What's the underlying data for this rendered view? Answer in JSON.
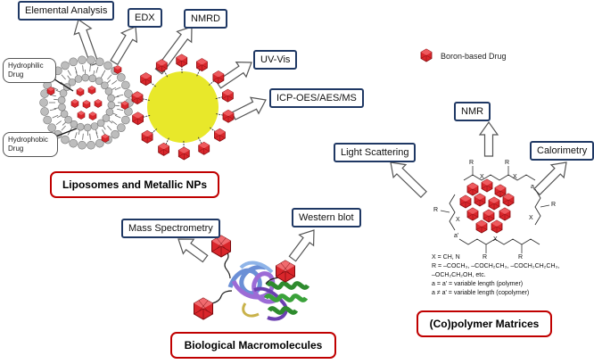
{
  "technique_labels": {
    "elemental_analysis": "Elemental Analysis",
    "edx": "EDX",
    "nmrd": "NMRD",
    "uv_vis": "UV-Vis",
    "icp": "ICP-OES/AES/MS",
    "nmr": "NMR",
    "light_scattering": "Light Scattering",
    "calorimetry": "Calorimetry",
    "mass_spectrometry": "Mass Spectrometry",
    "western_blot": "Western blot"
  },
  "callouts": {
    "hydrophilic": "Hydrophilic Drug",
    "hydrophobic": "Hydrophobic Drug"
  },
  "legend": {
    "boron_drug": "Boron-based Drug"
  },
  "panels": {
    "liposomes": "Liposomes and Metallic NPs",
    "biological": "Biological Macromolecules",
    "copolymer": "(Co)polymer Matrices"
  },
  "polymer_structure_labels": {
    "x": "X",
    "r": "R",
    "a": "a",
    "a_prime": "a'"
  },
  "polymer_notes": [
    "X = CH, N",
    "R = –COCH₃, –COCH₂CH₃, –COCH₂CH₂CH₃,",
    "–OCH₂CH₂OH, etc.",
    "a = a' = variable length (polymer)",
    "a ≠ a' = variable length (copolymer)"
  ],
  "colors": {
    "box_border": "#1f3864",
    "panel_border": "#c00000",
    "drug_red": "#d9262b",
    "nanoparticle_yellow": "#e8e82a",
    "lipid_gray": "#bdbdbd"
  },
  "icons": [
    "boron-cluster-icon",
    "hollow-arrow-icon",
    "liposome-icon",
    "nanoparticle-icon",
    "protein-icon",
    "polymer-structure-icon"
  ]
}
